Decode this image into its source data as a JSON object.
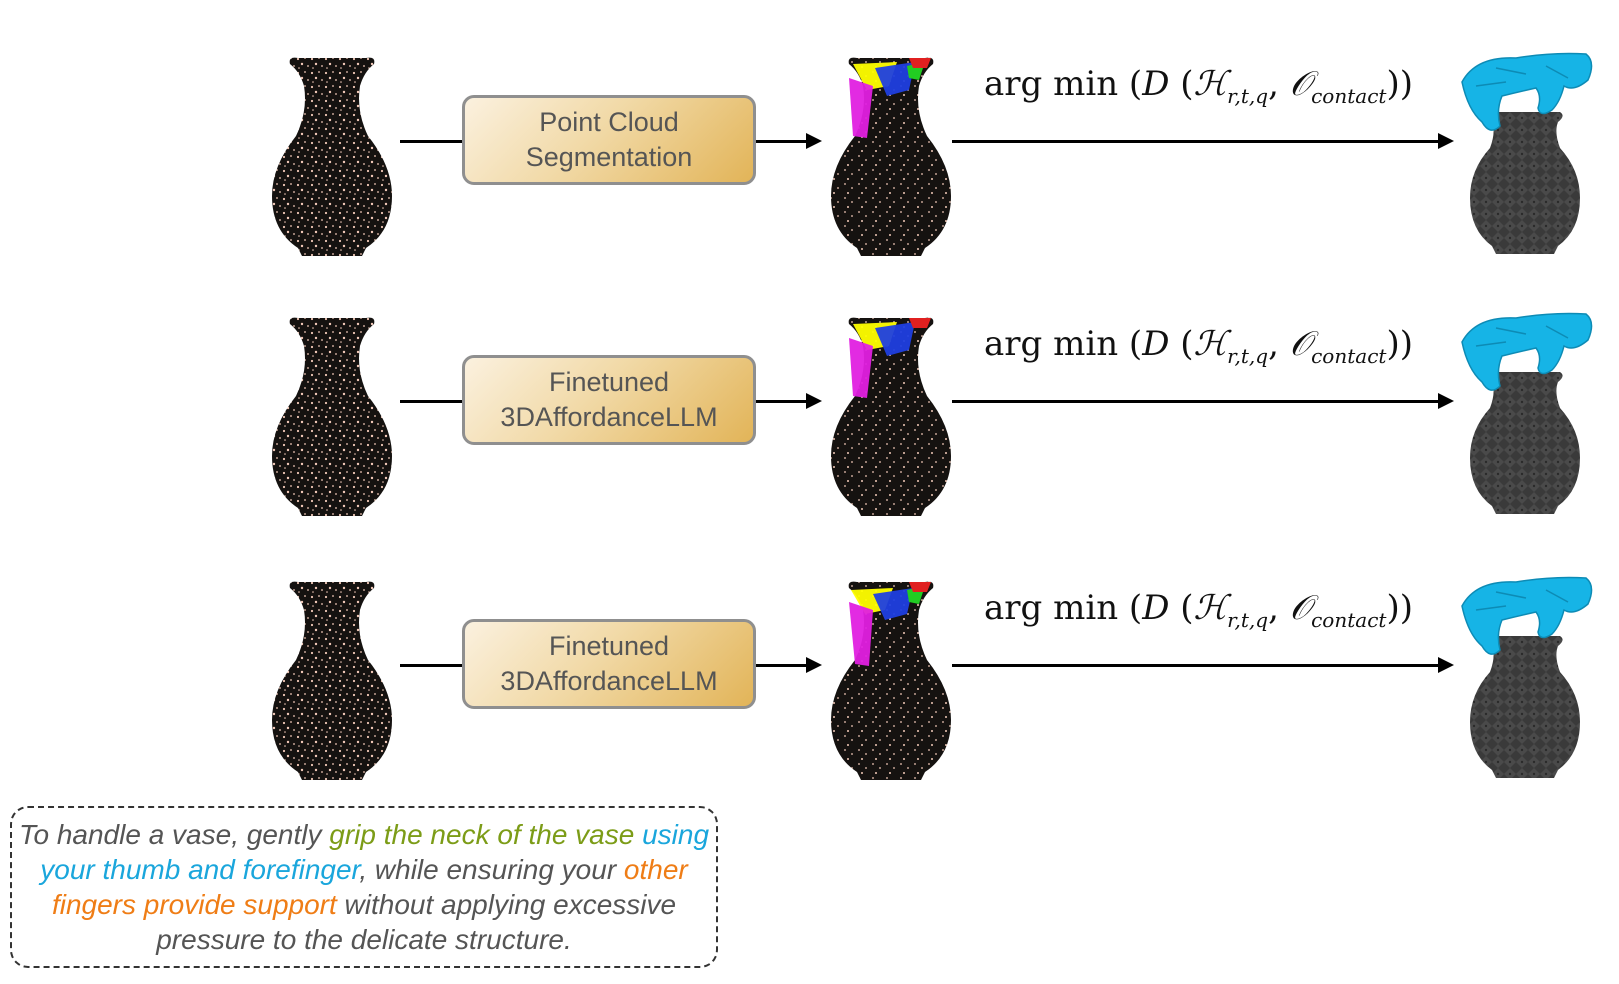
{
  "rows": [
    {
      "box_line1": "Point Cloud",
      "box_line2": "Segmentation",
      "formula": {
        "prefix": "arg min (",
        "D": "D",
        "H": "ℋ",
        "H_sub": "r,t,q",
        "O": "𝒪",
        "O_sub": "contact",
        "suffix": "))"
      }
    },
    {
      "box_line1": "Finetuned",
      "box_line2": "3DAffordanceLLM",
      "formula": {
        "prefix": "arg min (",
        "D": "D",
        "H": "ℋ",
        "H_sub": "r,t,q",
        "O": "𝒪",
        "O_sub": "contact",
        "suffix": "))"
      }
    },
    {
      "box_line1": "Finetuned",
      "box_line2": "3DAffordanceLLM",
      "formula": {
        "prefix": "arg min (",
        "D": "D",
        "H": "ℋ",
        "H_sub": "r,t,q",
        "O": "𝒪",
        "O_sub": "contact",
        "suffix": "))"
      }
    }
  ],
  "caption": {
    "part1": "To handle a vase, gently ",
    "part2": "grip the neck of the vase using your thumb and forefinger",
    "part3": ", while ensuring your ",
    "part4": "other fingers provide support",
    "part5": " without applying excessive pressure to the delicate structure."
  },
  "colors": {
    "vase_points": "#f2c9b8",
    "segment_yellow": "#ffff00",
    "segment_blue": "#1f3fe0",
    "segment_magenta": "#e020e0",
    "segment_green": "#22cc22",
    "segment_red": "#e02020",
    "hand": "#16b4e6",
    "mesh_vase": "#3a3a3a",
    "caption_green": "#7c9c17",
    "caption_blue": "#1aa6dc",
    "caption_orange": "#ef7d16"
  }
}
